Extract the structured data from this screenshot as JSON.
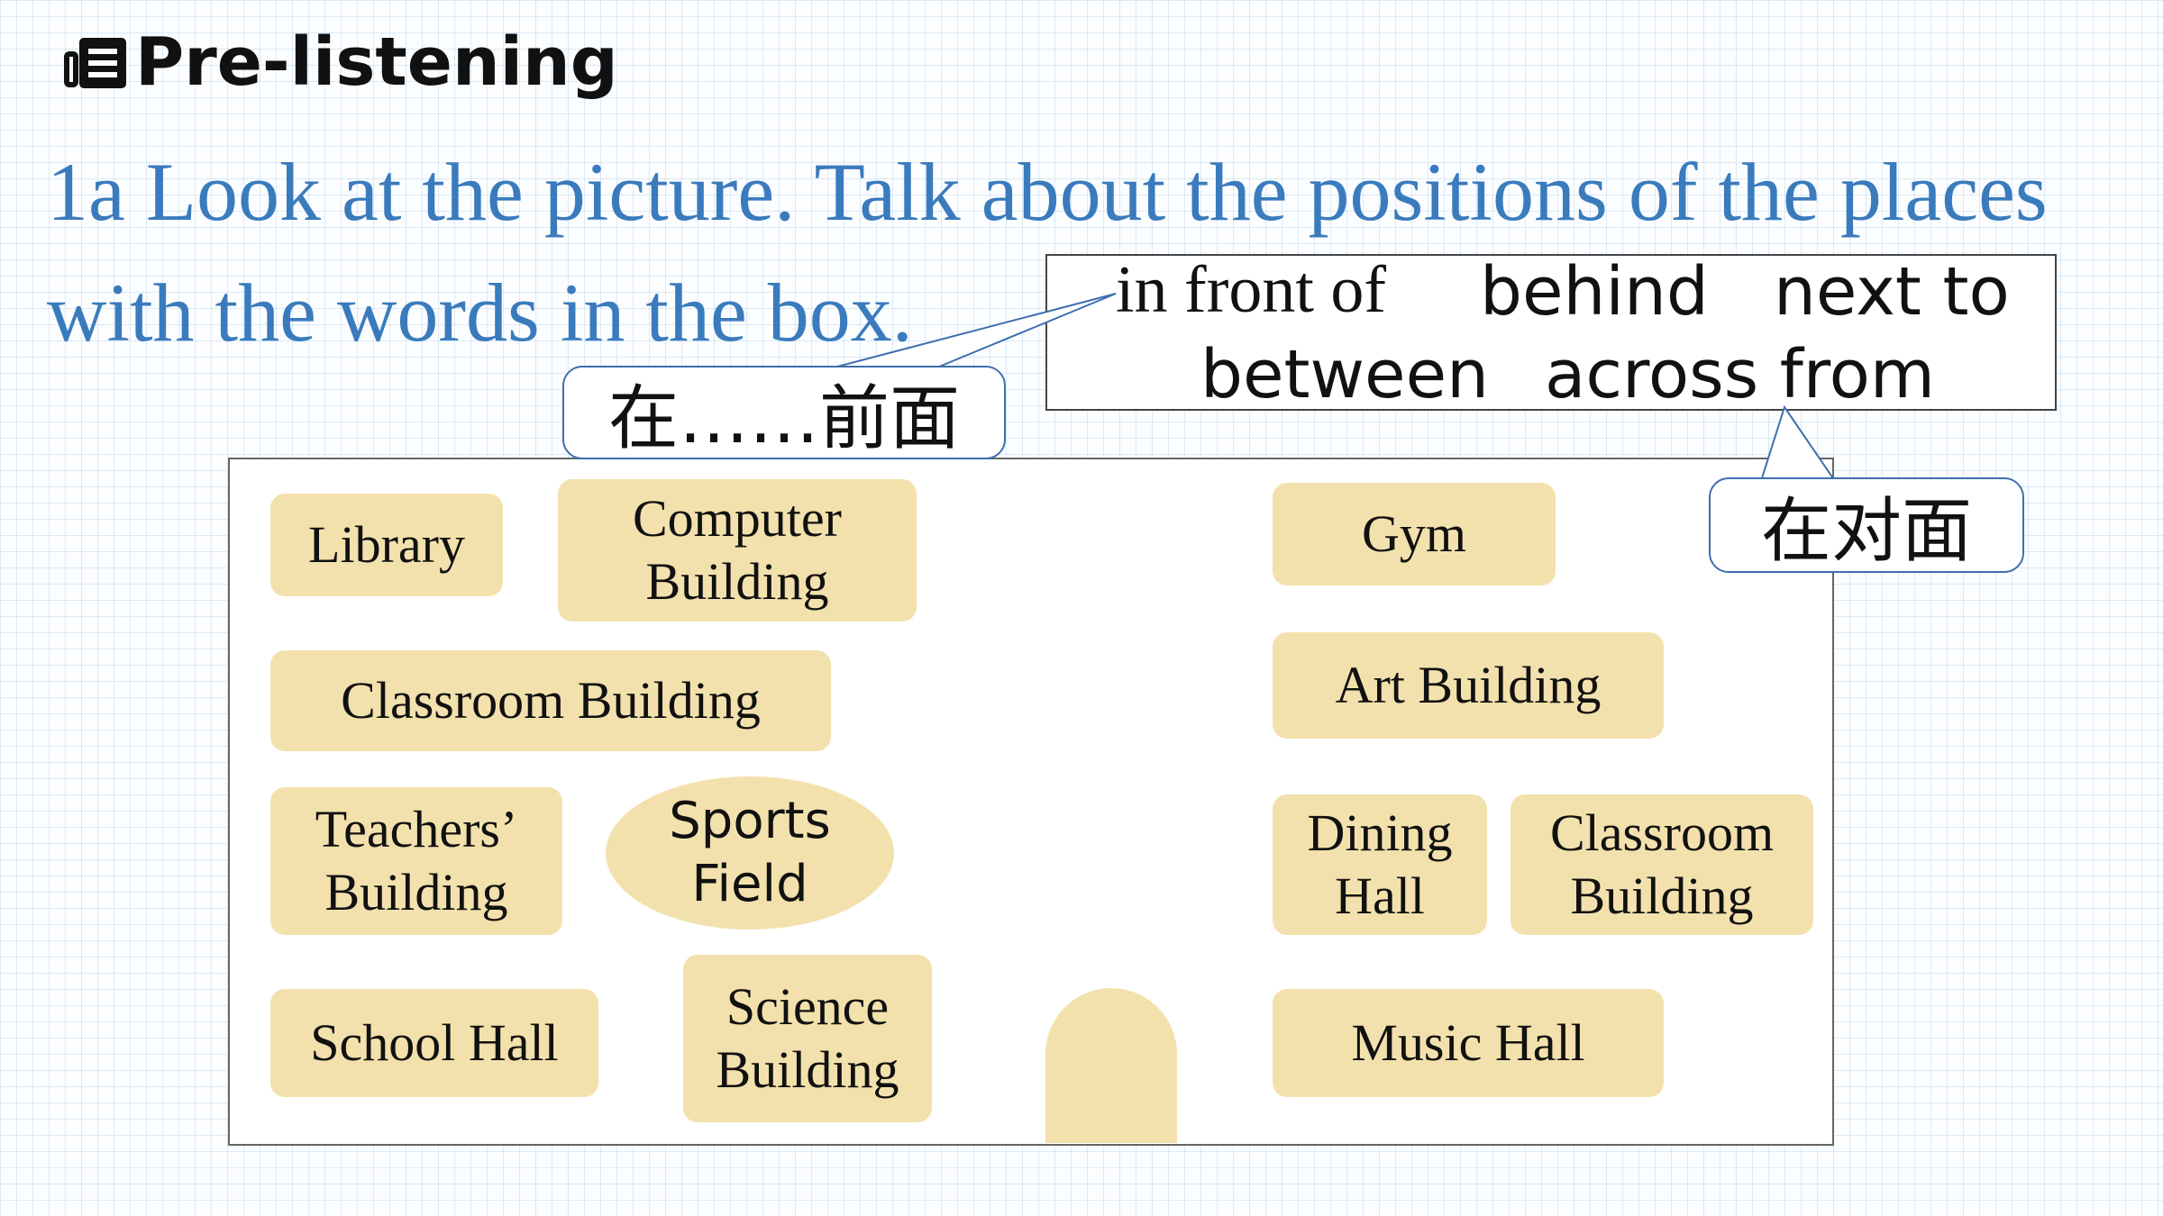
{
  "heading": {
    "icon": "notes-icon",
    "title": "Pre-listening"
  },
  "instruction": {
    "line1": "1a  Look at the picture. Talk about the positions of the places",
    "line2": "with the words in the box."
  },
  "word_box": {
    "in_front_of": "in front of",
    "behind": "behind",
    "next_to": "next to",
    "between": "between",
    "across_from": "across from"
  },
  "callouts": {
    "in_front_of_meaning": "在……前面",
    "across_from_meaning": "在对面"
  },
  "map": {
    "library": "Library",
    "computer_building_1": "Computer",
    "computer_building_2": "Building",
    "classroom_building_left": "Classroom Building",
    "teachers_building_1": "Teachers’",
    "teachers_building_2": "Building",
    "sports_field_1": "Sports",
    "sports_field_2": "Field",
    "school_hall": "School Hall",
    "science_building_1": "Science",
    "science_building_2": "Building",
    "gym": "Gym",
    "art_building": "Art Building",
    "dining_hall_1": "Dining",
    "dining_hall_2": "Hall",
    "classroom_building_right_1": "Classroom",
    "classroom_building_right_2": "Building",
    "music_hall": "Music Hall"
  },
  "colors": {
    "instruction_blue": "#3a7bbd",
    "building_fill": "#f3e1ad",
    "callout_border": "#3f6fae"
  }
}
